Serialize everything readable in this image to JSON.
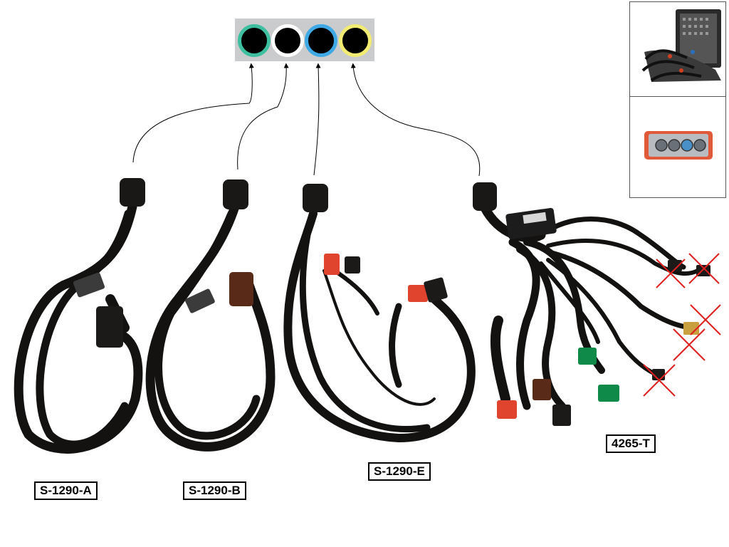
{
  "ports": [
    {
      "name": "port-teal",
      "ring_color": "#3dbfa0"
    },
    {
      "name": "port-white",
      "ring_color": "#ffffff"
    },
    {
      "name": "port-blue",
      "ring_color": "#3fa9e6"
    },
    {
      "name": "port-yellow",
      "ring_color": "#f2ec72"
    }
  ],
  "labels": {
    "a": "S-1290-A",
    "b": "S-1290-B",
    "e": "S-1290-E",
    "t": "4265-T"
  },
  "colors": {
    "cable": "#141210",
    "connector_red": "#e0432e",
    "connector_green": "#0f8a48",
    "connector_brown": "#5a2a18",
    "cross": "#e02020"
  }
}
